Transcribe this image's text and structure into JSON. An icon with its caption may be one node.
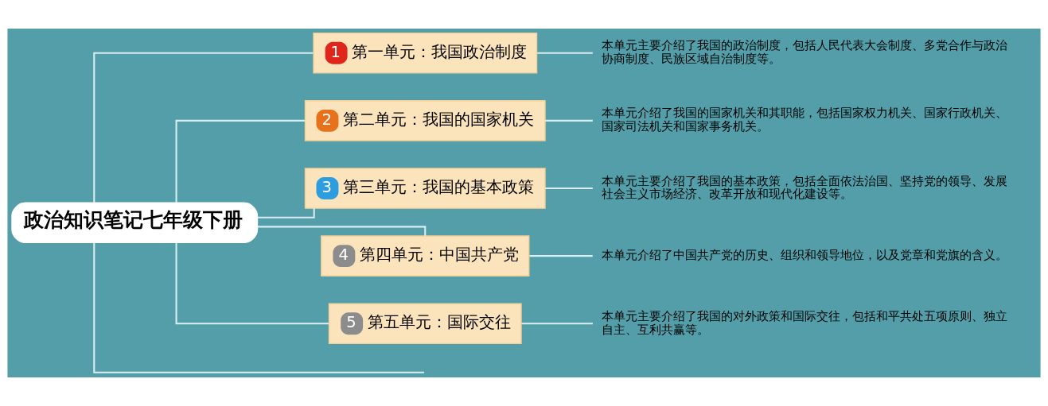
{
  "diagram": {
    "nodes": [
      {
        "text": [
          "政治知识笔记七年级下册"
        ]
      },
      {
        "text": [
          "1",
          "第一单元：我国政治制度"
        ]
      },
      {
        "text": [
          "本单元主要介绍了我国的政治制度，包括人民代表大会制度、多党合作与政治协商制度、民族区域自治制度等。"
        ]
      },
      {
        "text": [
          "2",
          "第二单元：我国的国家机关"
        ]
      },
      {
        "text": [
          "本单元介绍了我国的国家机关和其职能，包括国家权力机关、国家行政机关、国家司法机关和国家事务机关。"
        ]
      },
      {
        "text": [
          "3",
          "第三单元：我国的基本政策"
        ]
      },
      {
        "text": [
          "本单元主要介绍了我国的基本政策，包括全面依法治国、坚持党的领导、发展社会主义市场经济、改革开放和现代化建设等。"
        ]
      },
      {
        "text": [
          "4",
          "第四单元：中国共产党"
        ]
      },
      {
        "text": [
          "本单元介绍了中国共产党的历史、组织和领导地位，以及党章和党旗的含义。"
        ]
      },
      {
        "text": [
          "5",
          "第五单元：国际交往"
        ]
      },
      {
        "text": [
          "本单元主要介绍了我国的对外政策和国际交往，包括和平共处五项原则、独立自主、互利共赢等。"
        ]
      }
    ],
    "edges": [
      {
        "from": 0,
        "to": 1,
        "arrow": "none"
      },
      {
        "from": 1,
        "to": 2,
        "arrow": "none"
      },
      {
        "from": 0,
        "to": 3,
        "arrow": "none"
      },
      {
        "from": 3,
        "to": 4,
        "arrow": "none"
      },
      {
        "from": 0,
        "to": 5,
        "arrow": "none"
      },
      {
        "from": 5,
        "to": 6,
        "arrow": "none"
      },
      {
        "from": 0,
        "to": 7,
        "arrow": "none"
      },
      {
        "from": 7,
        "to": 8,
        "arrow": "none"
      },
      {
        "from": 0,
        "to": 9,
        "arrow": "none"
      },
      {
        "from": 9,
        "to": 10,
        "arrow": "none"
      },
      {
        "from": 0,
        "to": null,
        "arrow": "none"
      }
    ]
  }
}
